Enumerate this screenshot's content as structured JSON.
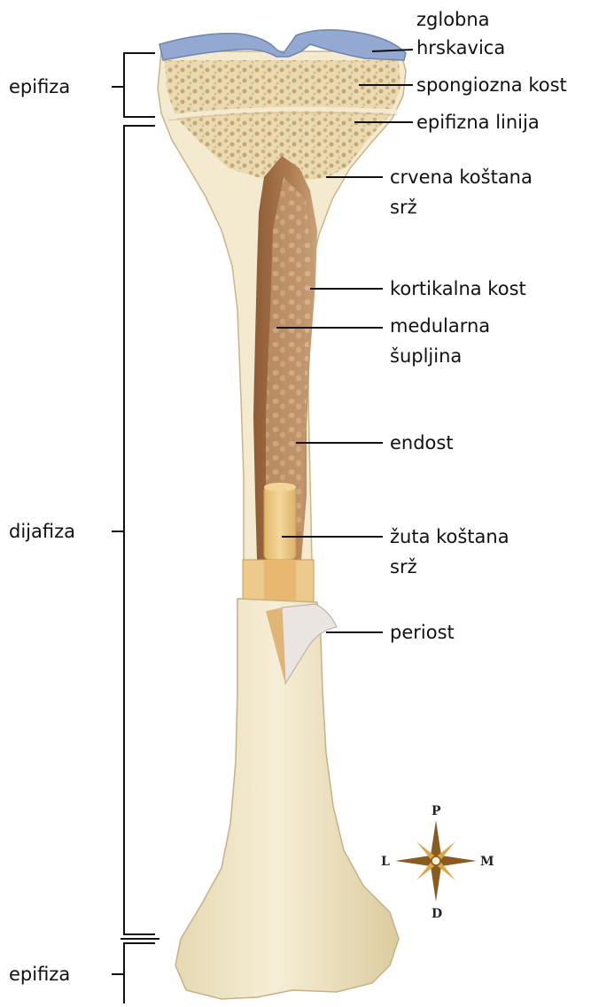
{
  "labels": {
    "zglobna_hrskavica_1": "zglobna",
    "zglobna_hrskavica_2": "hrskavica",
    "spongiozna_kost": "spongiozna kost",
    "epifizna_linija": "epifizna linija",
    "crvena_srz_1": "crvena koštana",
    "crvena_srz_2": "srž",
    "kortikalna_kost": "kortikalna kost",
    "medularna_1": "medularna",
    "medularna_2": "šupljina",
    "endost": "endost",
    "zuta_srz_1": "žuta koštana",
    "zuta_srz_2": "srž",
    "periost": "periost"
  },
  "regions": {
    "epifiza_top": "epifiza",
    "dijafiza": "dijafiza",
    "epifiza_bottom": "epifiza"
  },
  "compass": {
    "north": "P",
    "south": "D",
    "west": "L",
    "east": "M"
  },
  "colors": {
    "bone": "#f1e6c6",
    "bone_edge": "#c9b58a",
    "cartilage": "#8fa6cf",
    "marrow_red": "#a8764c",
    "marrow_yellow": "#e9c884",
    "periosteum": "#e8e2e0"
  }
}
